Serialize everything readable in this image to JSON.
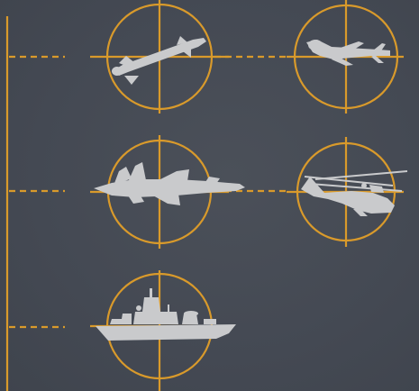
{
  "colors": {
    "background": "#444953",
    "accent": "#d99a2b",
    "silhouette": "#c9cacc"
  },
  "targets": [
    {
      "name": "missile",
      "icon": "missile-icon"
    },
    {
      "name": "drone",
      "icon": "drone-icon"
    },
    {
      "name": "fighter-jet",
      "icon": "fighter-jet-icon"
    },
    {
      "name": "attack-helicopter",
      "icon": "helicopter-icon"
    },
    {
      "name": "warship",
      "icon": "warship-icon"
    }
  ]
}
